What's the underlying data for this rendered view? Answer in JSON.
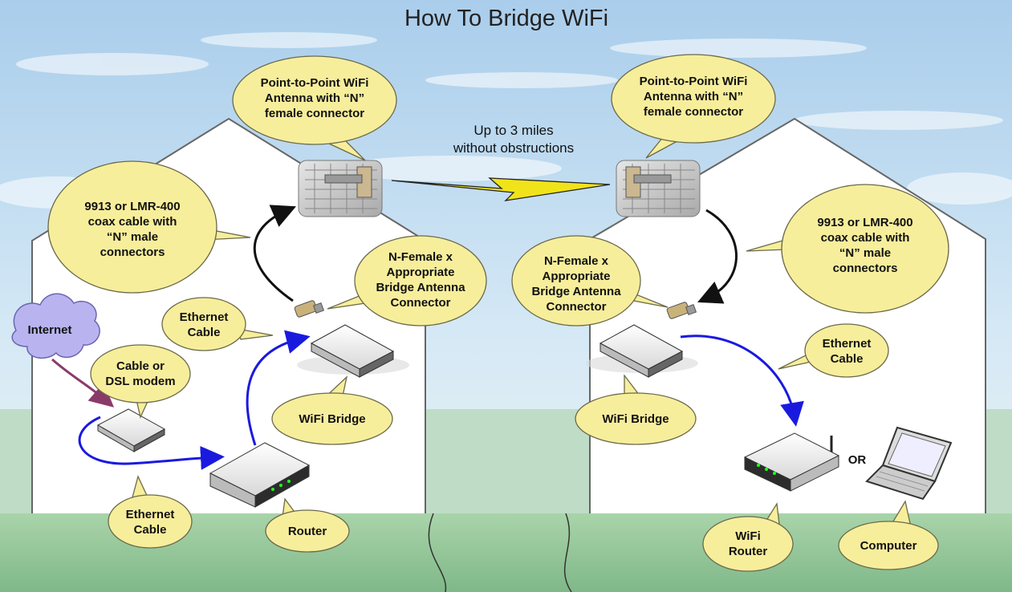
{
  "title": "How To Bridge WiFi",
  "link_label": [
    "Up to 3 miles",
    "without obstructions"
  ],
  "left": {
    "antenna_callout": [
      "Point-to-Point WiFi",
      "Antenna with “N”",
      "female connector"
    ],
    "coax_callout": [
      "9913 or LMR-400",
      "coax cable with",
      "“N” male",
      "connectors"
    ],
    "connector_callout": [
      "N-Female x",
      "Appropriate",
      "Bridge Antenna",
      "Connector"
    ],
    "ethernet_top_callout": [
      "Ethernet",
      "Cable"
    ],
    "internet_label": "Internet",
    "modem_callout": [
      "Cable or",
      "DSL modem"
    ],
    "bridge_callout": "WiFi Bridge",
    "ethernet_bottom_callout": [
      "Ethernet",
      "Cable"
    ],
    "router_callout": "Router"
  },
  "right": {
    "antenna_callout": [
      "Point-to-Point WiFi",
      "Antenna with “N”",
      "female connector"
    ],
    "coax_callout": [
      "9913 or LMR-400",
      "coax cable with",
      "“N” male",
      "connectors"
    ],
    "connector_callout": [
      "N-Female x",
      "Appropriate",
      "Bridge Antenna",
      "Connector"
    ],
    "ethernet_callout": [
      "Ethernet",
      "Cable"
    ],
    "bridge_callout": "WiFi Bridge",
    "or_label": "OR",
    "router_callout": [
      "WiFi",
      "Router"
    ],
    "computer_callout": "Computer"
  },
  "colors": {
    "sky_top": "#b6d6f0",
    "sky_bottom": "#e8f2f7",
    "grass": "#9ccaa0",
    "callout_fill": "#f7ee9c",
    "ethernet_cable": "#1a1adf",
    "coax_cable": "#111111",
    "internet_cloud": "#b9b4f0",
    "modem_link": "#8a3a6a",
    "lightning": "#f1e31a"
  }
}
